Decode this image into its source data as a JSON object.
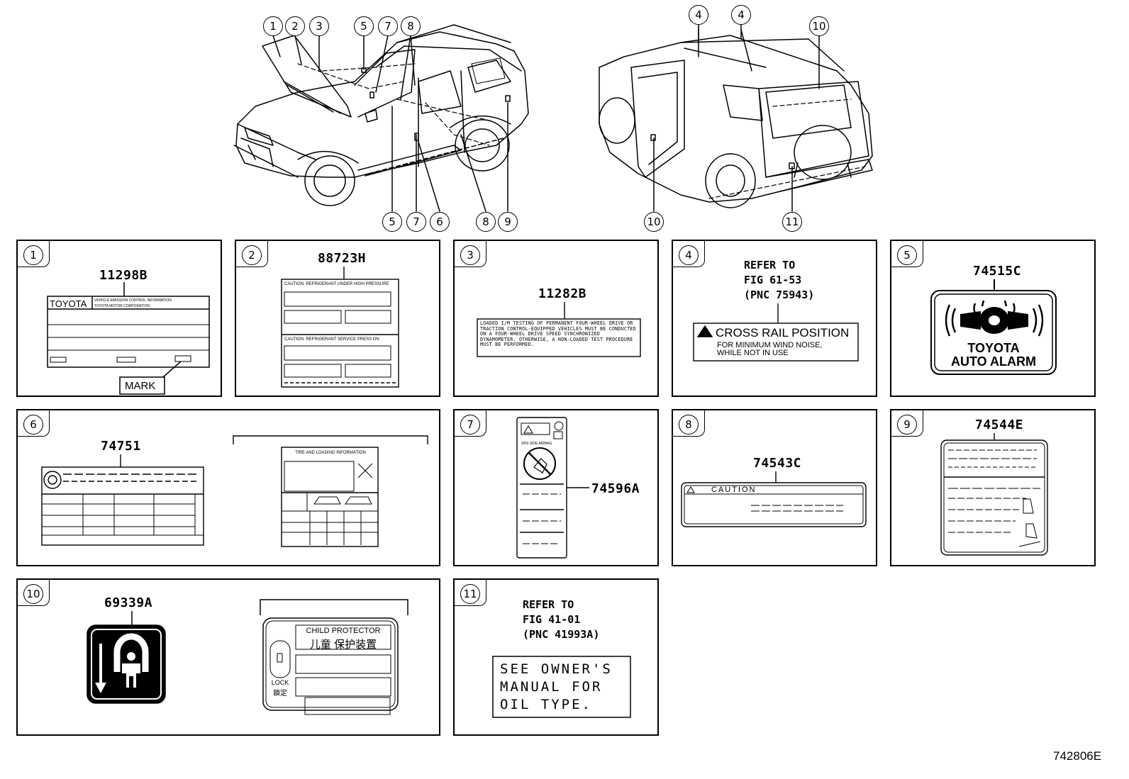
{
  "drawing_id": "742806E",
  "callouts_front": [
    "1",
    "2",
    "3",
    "5",
    "7",
    "8",
    "5",
    "7",
    "6",
    "8",
    "9"
  ],
  "callouts_rear": [
    "4",
    "4",
    "10",
    "10",
    "11"
  ],
  "panels": [
    {
      "num": "1",
      "part": "11298B",
      "label_title": "TOYOTA",
      "label_sub": "VEHICLE EMISSION CONTROL INFORMATION",
      "label_sub2": "TOYOTA MOTOR CORPORATION",
      "mark": "MARK"
    },
    {
      "num": "2",
      "part": "88723H",
      "line1": "CAUTION: REFRIGERANT UNDER HIGH PRESSURE",
      "line2": "CAUTION: REFRIGERANT SERVICE PRESS ON"
    },
    {
      "num": "3",
      "part": "11282B",
      "text": "LOADED I/M TESTING OF PERMANENT FOUR-WHEEL DRIVE OR TRACTION CONTROL-EQUIPPED VEHICLES MUST BE CONDUCTED ON A FOUR-WHEEL DRIVE SPEED SYNCHRONIZED DYNAMOMETER. OTHERWISE, A NON-LOADED TEST PROCEDURE MUST BE PERFORMED."
    },
    {
      "num": "4",
      "ref1": "REFER TO",
      "ref2": "FIG 61-53",
      "ref3": "(PNC 75943)",
      "title": "CROSS RAIL POSITION",
      "sub1": "FOR MINIMUM WIND NOISE,",
      "sub2": "WHILE NOT IN USE"
    },
    {
      "num": "5",
      "part": "74515C",
      "line1": "TOYOTA",
      "line2": "AUTO ALARM"
    },
    {
      "num": "6",
      "part": "74751",
      "sub_title": "TIRE AND LOADING INFORMATION"
    },
    {
      "num": "7",
      "part": "74596A",
      "sub": "SRS SIDE AIRBAG"
    },
    {
      "num": "8",
      "part": "74543C",
      "title": "CAUTION"
    },
    {
      "num": "9",
      "part": "74544E"
    },
    {
      "num": "10",
      "part": "69339A",
      "line1": "CHILD PROTECTOR",
      "line2": "儿童 保护装置",
      "lock1": "LOCK",
      "lock2": "鎖定"
    },
    {
      "num": "11",
      "ref1": "REFER TO",
      "ref2": "FIG 41-01",
      "ref3": "(PNC 41993A)",
      "line1": "SEE OWNER'S",
      "line2": "MANUAL FOR",
      "line3": "OIL TYPE."
    }
  ]
}
